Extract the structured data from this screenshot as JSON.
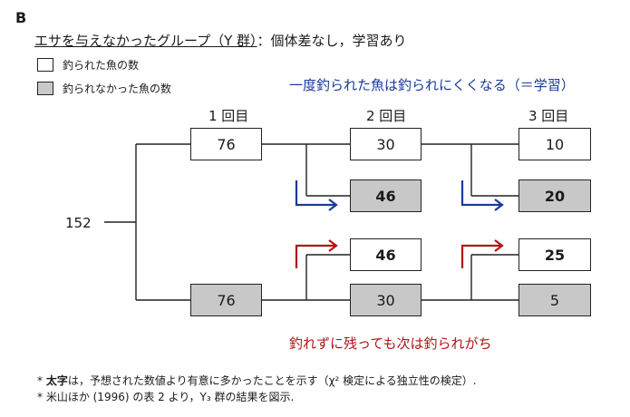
{
  "panel_letter": "B",
  "title": {
    "underlined": "エサを与えなかったグループ（Y 群）",
    "rest": "：個体差なし，学習あり"
  },
  "legend": {
    "caught": "釣られた魚の数",
    "not_caught": "釣られなかった魚の数",
    "colors": {
      "caught": "#ffffff",
      "not_caught": "#c8c8c8"
    }
  },
  "annotations": {
    "learning": "一度釣られた魚は釣られにくくなる（＝学習）",
    "stay": "釣れずに残っても次は釣られがち",
    "learning_color": "#1a3a9a",
    "stay_color": "#b01414"
  },
  "rounds": [
    "1 回目",
    "2 回目",
    "3 回目"
  ],
  "start_value": "152",
  "boxes": {
    "r1_caught": "76",
    "r1_not": "76",
    "r2_top_caught": "30",
    "r2_top_not": "46",
    "r2_bot_caught": "46",
    "r2_bot_not": "30",
    "r3_top_caught": "10",
    "r3_top_not": "20",
    "r3_bot_caught": "25",
    "r3_bot_not": "5"
  },
  "footnotes": {
    "f1_prefix": "* ",
    "f1_bold": "太字",
    "f1_text": "は，予想された数値より有意に多かったことを示す（χ² 検定による独立性の検定）.",
    "f2": "* 米山ほか (1996) の表 2 より，Y₃ 群の結果を図示."
  }
}
